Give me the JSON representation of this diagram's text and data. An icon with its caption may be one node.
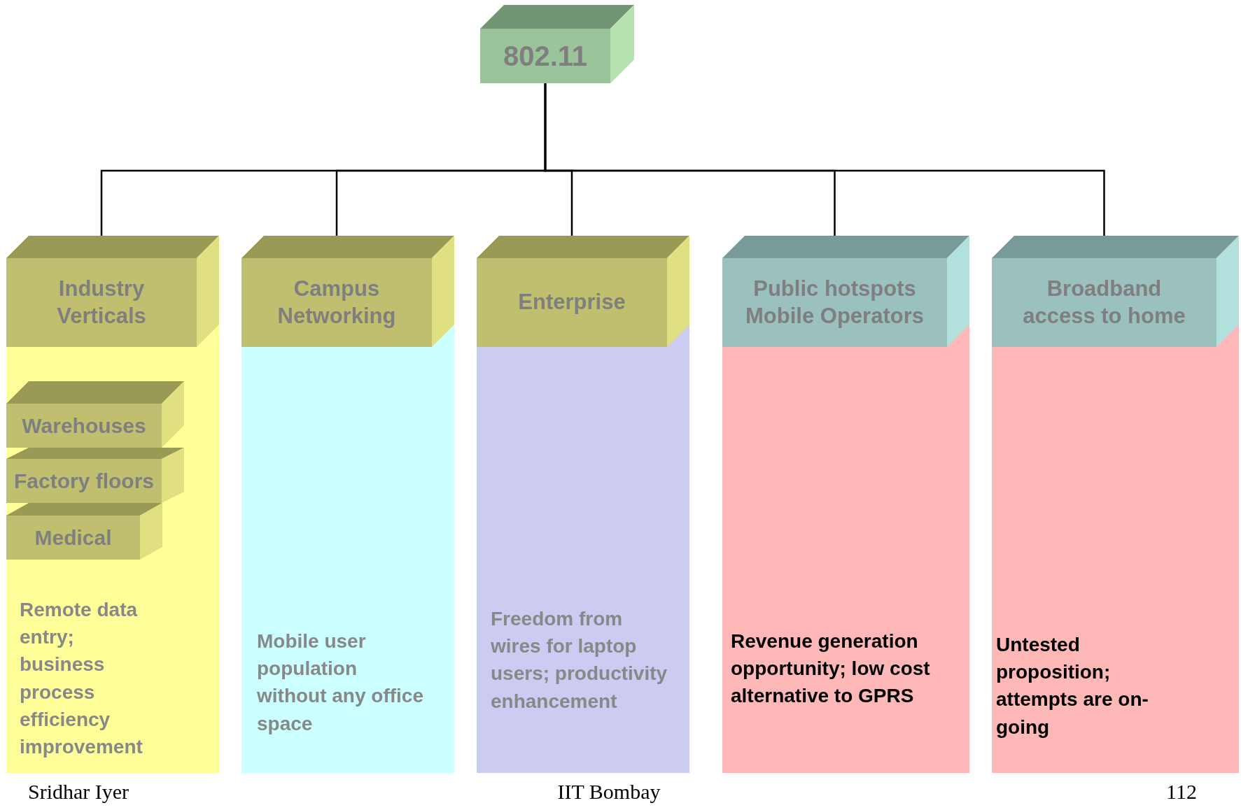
{
  "diagram": {
    "nodes": [
      {
        "text": [
          "802.11"
        ]
      },
      {
        "text": [
          "Remote data entry; business process efficiency improvement"
        ]
      },
      {
        "text": [
          "Industry Verticals"
        ],
        "in": 1
      },
      {
        "text": [
          "Warehouses"
        ],
        "in": 1
      },
      {
        "text": [
          "Factory floors"
        ],
        "in": 1
      },
      {
        "text": [
          "Medical"
        ],
        "in": 1
      },
      {
        "text": [
          "Mobile user population without any office space"
        ]
      },
      {
        "text": [
          "Campus Networking"
        ],
        "in": 6
      },
      {
        "text": [
          "Freedom from wires for laptop users; productivity enhancement"
        ]
      },
      {
        "text": [
          "Enterprise"
        ],
        "in": 8
      },
      {
        "text": [
          "Revenue generation opportunity; low cost alternative to GPRS"
        ]
      },
      {
        "text": [
          "Public hotspots Mobile Operators"
        ],
        "in": 10
      },
      {
        "text": [
          "Untested proposition; attempts are on-going"
        ]
      },
      {
        "text": [
          "Broadband access to home"
        ],
        "in": 12
      }
    ],
    "edges": [
      {
        "from": 0,
        "to": 2,
        "arrow": "none"
      },
      {
        "from": 0,
        "to": 7,
        "arrow": "none"
      },
      {
        "from": 0,
        "to": 9,
        "arrow": "none"
      },
      {
        "from": 0,
        "to": 11,
        "arrow": "none"
      },
      {
        "from": 0,
        "to": 13,
        "arrow": "none"
      }
    ],
    "labels": [
      "Sridhar Iyer",
      "IIT Bombay",
      "112"
    ]
  }
}
